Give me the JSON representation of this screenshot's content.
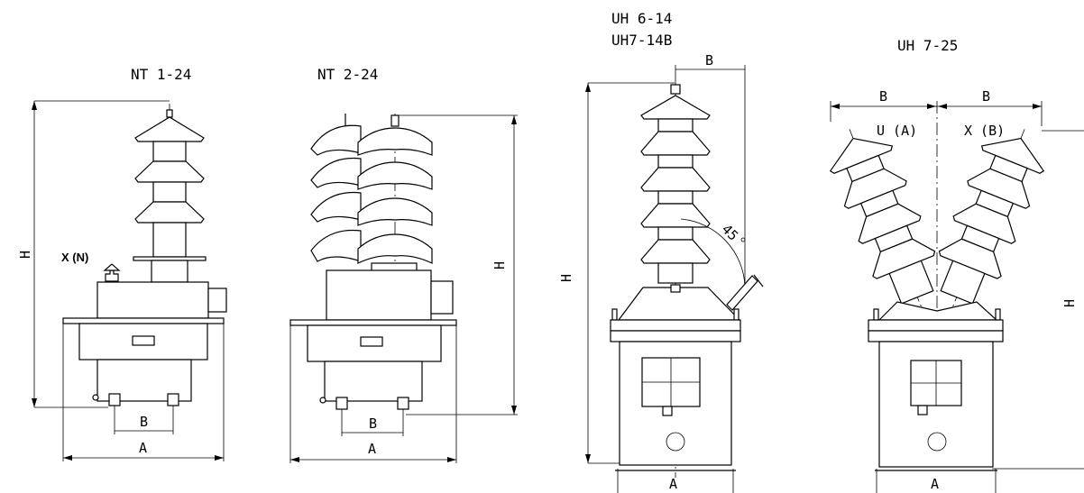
{
  "drawings": [
    {
      "id": "nt1",
      "title": "NT 1-24",
      "labels": {
        "h": "H",
        "a": "A",
        "b": "B",
        "terminal": "X (N)"
      }
    },
    {
      "id": "nt2",
      "title": "NT 2-24",
      "labels": {
        "h": "H",
        "a": "A",
        "b": "B"
      }
    },
    {
      "id": "uh6",
      "title_line1": "UH 6-14",
      "title_line2": "UH7-14B",
      "labels": {
        "h": "H",
        "a": "A",
        "b": "B",
        "angle": "45"
      }
    },
    {
      "id": "uh7",
      "title": "UH 7-25",
      "labels": {
        "h": "H",
        "a": "A",
        "b_left": "B",
        "b_right": "B",
        "left_terminal": "U (A)",
        "right_terminal": "X (B)"
      }
    }
  ]
}
